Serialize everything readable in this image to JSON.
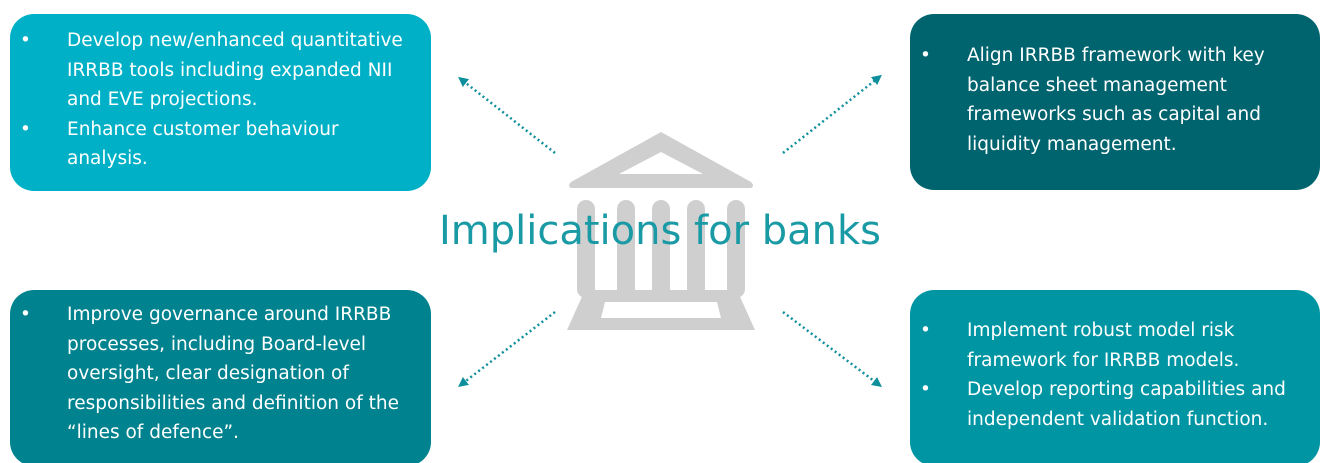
{
  "title": "Implications for banks",
  "bullet_char": "•",
  "boxes": {
    "top_left": {
      "items": [
        "Develop new/enhanced quantitative IRRBB tools including expanded NII and EVE projections.",
        "Enhance customer behaviour analysis."
      ]
    },
    "top_right": {
      "items": [
        "Align IRRBB framework with key balance sheet management frameworks such as capital and liquidity management."
      ]
    },
    "bottom_left": {
      "items": [
        "Improve governance around IRRBB processes, including Board-level oversight, clear designation of responsibilities and definition of the “lines of defence”."
      ]
    },
    "bottom_right": {
      "items": [
        "Implement robust model risk framework for IRRBB models.",
        "Develop reporting capabilities and independent validation function."
      ]
    }
  },
  "colors": {
    "top_left": "#00b0c6",
    "top_right": "#00646f",
    "bottom_left": "#00838f",
    "bottom_right": "#0095a3",
    "title": "#1a9aa5",
    "arrow": "#0e8f9b",
    "icon": "#cfcfcf"
  },
  "icons": {
    "center": "bank-building-icon"
  }
}
